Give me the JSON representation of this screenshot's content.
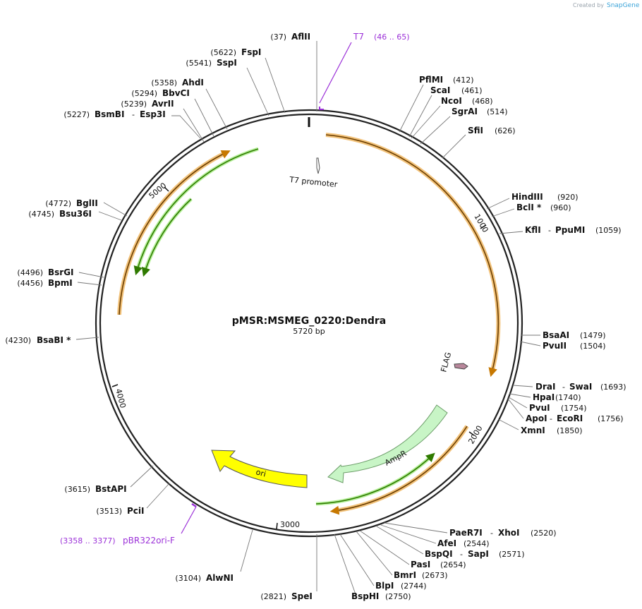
{
  "credit": {
    "prefix": "Created by",
    "brand": "SnapGene"
  },
  "plasmid": {
    "name": "pMSR:MSMEG_0220:Dendra",
    "length_label": "5720 bp",
    "length": 5720
  },
  "ticks": [
    {
      "label": "1000",
      "pos": 1000
    },
    {
      "label": "2000",
      "pos": 2000
    },
    {
      "label": "3000",
      "pos": 3000
    },
    {
      "label": "4000",
      "pos": 4000
    },
    {
      "label": "5000",
      "pos": 5000
    }
  ],
  "features": [
    {
      "name": "T7 promoter",
      "type": "promoter"
    },
    {
      "name": "FLAG",
      "type": "tag"
    },
    {
      "name": "AmpR",
      "type": "gene"
    },
    {
      "name": "ori",
      "type": "origin"
    }
  ],
  "primers": [
    {
      "name": "T7",
      "range": "(46 .. 65)"
    },
    {
      "name": "pBR322ori-F",
      "range": "(3358 .. 3377)"
    }
  ],
  "sites": [
    {
      "pos": "(37)",
      "name": "AflII"
    },
    {
      "pos": "(5622)",
      "name": "FspI"
    },
    {
      "pos": "(5541)",
      "name": "SspI"
    },
    {
      "pos": "(5358)",
      "name": "AhdI"
    },
    {
      "pos": "(5294)",
      "name": "BbvCI"
    },
    {
      "pos": "(5239)",
      "name": "AvrII"
    },
    {
      "pos": "(5227)",
      "name": "BsmBI",
      "sep": "-",
      "name2": "Esp3I"
    },
    {
      "name": "PflMI",
      "pos": "(412)"
    },
    {
      "name": "ScaI",
      "pos": "(461)"
    },
    {
      "name": "NcoI",
      "pos": "(468)"
    },
    {
      "name": "SgrAI",
      "pos": "(514)"
    },
    {
      "name": "SfiI",
      "pos": "(626)"
    },
    {
      "name": "HindIII",
      "pos": "(920)"
    },
    {
      "name": "BclI *",
      "pos": "(960)"
    },
    {
      "name": "KflI",
      "sep": "-",
      "name2": "PpuMI",
      "pos": "(1059)"
    },
    {
      "name": "BsaAI",
      "pos": "(1479)"
    },
    {
      "name": "PvuII",
      "pos": "(1504)"
    },
    {
      "name": "DraI",
      "sep": "-",
      "name2": "SwaI",
      "pos": "(1693)"
    },
    {
      "name": "HpaI",
      "pos": "(1740)"
    },
    {
      "name": "PvuI",
      "pos": "(1754)"
    },
    {
      "name": "ApoI",
      "sep": "-",
      "name2": "EcoRI",
      "pos": "(1756)"
    },
    {
      "name": "XmnI",
      "pos": "(1850)"
    },
    {
      "name": "PaeR7I",
      "sep": "-",
      "name2": "XhoI",
      "pos": "(2520)"
    },
    {
      "name": "AfeI",
      "pos": "(2544)"
    },
    {
      "name": "BspQI",
      "sep": "-",
      "name2": "SapI",
      "pos": "(2571)"
    },
    {
      "name": "PasI",
      "pos": "(2654)"
    },
    {
      "name": "BmrI",
      "pos": "(2673)"
    },
    {
      "name": "BlpI",
      "pos": "(2744)"
    },
    {
      "name": "BspHI",
      "pos": "(2750)"
    },
    {
      "pos": "(2821)",
      "name": "SpeI"
    },
    {
      "pos": "(3104)",
      "name": "AlwNI"
    },
    {
      "pos": "(3513)",
      "name": "PciI"
    },
    {
      "pos": "(3615)",
      "name": "BstAPI"
    },
    {
      "pos": "(4230)",
      "name": "BsaBI *"
    },
    {
      "pos": "(4456)",
      "name": "BpmI"
    },
    {
      "pos": "(4496)",
      "name": "BsrGI"
    },
    {
      "pos": "(4745)",
      "name": "Bsu36I"
    },
    {
      "pos": "(4772)",
      "name": "BglII"
    }
  ]
}
